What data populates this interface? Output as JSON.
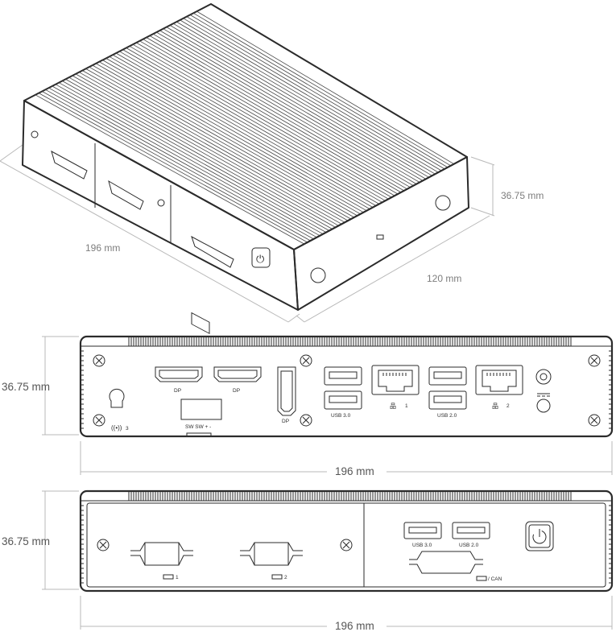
{
  "iso_view": {
    "dim_width": "196 mm",
    "dim_depth": "120 mm",
    "dim_height": "36.75 mm"
  },
  "front_view": {
    "dim_height": "36.75 mm",
    "dim_width": "196 mm",
    "labels": {
      "dp1": "DP",
      "dp2": "DP",
      "dp3": "DP",
      "usb3": "USB 3.0",
      "usb2": "USB 2.0",
      "lan1": "1",
      "lan2": "2",
      "antenna": "3",
      "switch": "SW SW + -"
    }
  },
  "rear_view": {
    "dim_height": "36.75 mm",
    "dim_width": "196 mm",
    "labels": {
      "com1": "1",
      "com2": "2",
      "usb3": "USB 3.0",
      "usb2": "USB 2.0",
      "can": "/ CAN"
    }
  }
}
